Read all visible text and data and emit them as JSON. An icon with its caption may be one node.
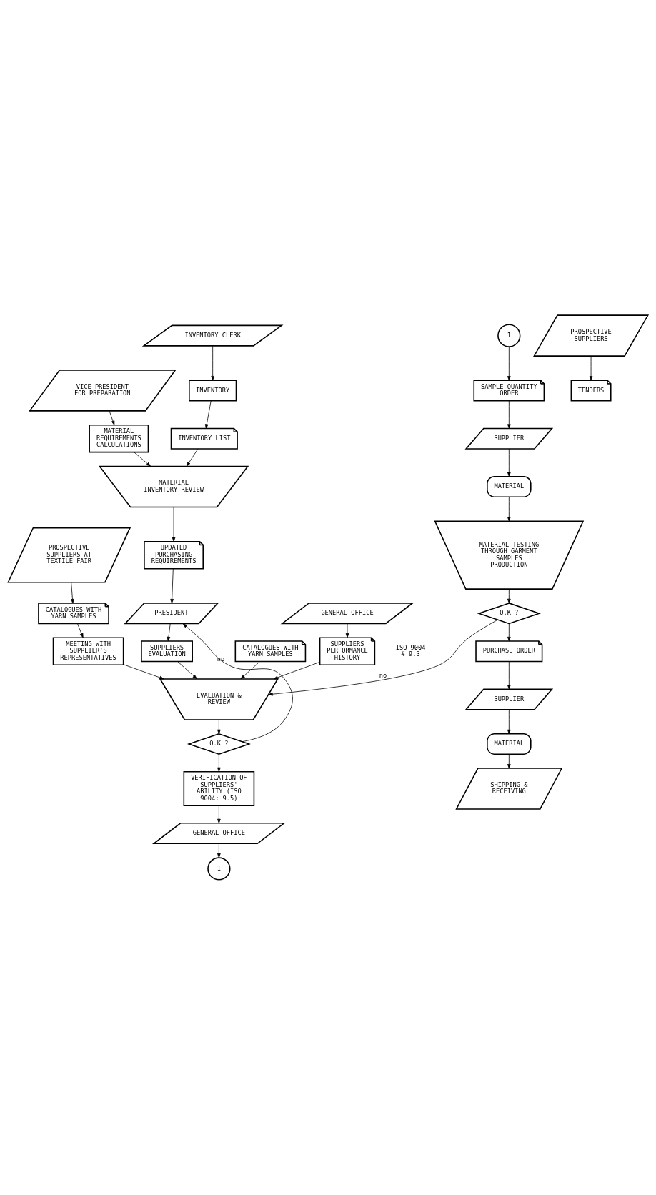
{
  "diagram": {
    "nodes": [
      {
        "text": [
          "VICE-PRESIDENT FOR PREPARATION"
        ]
      },
      {
        "text": [
          "MATERIAL REQUIREMENTS CALCULATIONS"
        ]
      },
      {
        "text": [
          "MATERIAL INVENTORY REVIEW"
        ]
      },
      {
        "text": [
          "UPDATED PURCHASING REQUIREMENTS"
        ]
      },
      {
        "text": [
          "PRESIDENT"
        ]
      },
      {
        "text": [
          "SUPPLIERS EVALUATION"
        ]
      },
      {
        "text": [
          "EVALUATION & REVIEW"
        ]
      },
      {
        "text": [
          "O.K ?"
        ]
      },
      {
        "text": [
          "VERIFICATION OF SUPPLIERS' ABILITY (ISO 9004; 9.5)"
        ]
      },
      {
        "text": [
          "GENERAL OFFICE"
        ]
      },
      {
        "text": [
          "1"
        ]
      },
      {
        "text": [
          "INVENTORY CLERK"
        ]
      },
      {
        "text": [
          "INVENTORY"
        ]
      },
      {
        "text": [
          "INVENTORY LIST"
        ]
      },
      {
        "text": [
          "PROSPECTIVE SUPPLIERS"
        ]
      },
      {
        "text": [
          "TENDERS"
        ]
      },
      {
        "text": [
          "CATALOGUES WITH YARN SAMPLES"
        ]
      },
      {
        "text": [
          "GENERAL OFFICE"
        ]
      },
      {
        "text": [
          "SUPPLIERS PERFORMANCE HISTORY"
        ]
      },
      {
        "text": [
          "PROSPECTIVE SUPPLIERS AT TEXTILE FAIR"
        ]
      },
      {
        "text": [
          "CATALOGUES WITH YARN SAMPLES"
        ]
      },
      {
        "text": [
          "MEETING WITH SUPPLIER'S REPRESENTATIVES"
        ]
      },
      {
        "text": [
          "1"
        ]
      },
      {
        "text": [
          "SAMPLE QUANTITY ORDER"
        ]
      },
      {
        "text": [
          "SUPPLIER"
        ]
      },
      {
        "text": [
          "MATERIAL"
        ]
      },
      {
        "text": [
          "MATERIAL TESTING THROUGH GARMENT SAMPLES PRODUCTION"
        ]
      },
      {
        "text": [
          "O.K ?"
        ]
      },
      {
        "text": [
          "PURCHASE ORDER"
        ]
      },
      {
        "text": [
          "SUPPLIER"
        ]
      },
      {
        "text": [
          "MATERIAL"
        ]
      },
      {
        "text": [
          "SHIPPING & RECEIVING"
        ]
      }
    ],
    "edges": [
      {
        "from": 0,
        "to": 1,
        "arrow": "to"
      },
      {
        "from": 1,
        "to": 2,
        "arrow": "to"
      },
      {
        "from": 13,
        "to": 2,
        "arrow": "to"
      },
      {
        "from": 2,
        "to": 3,
        "arrow": "to"
      },
      {
        "from": 3,
        "to": 4,
        "arrow": "to"
      },
      {
        "from": 4,
        "to": 5,
        "arrow": "to"
      },
      {
        "from": 5,
        "to": 6,
        "arrow": "to"
      },
      {
        "from": 16,
        "to": 6,
        "arrow": "to"
      },
      {
        "from": 18,
        "to": 6,
        "arrow": "to"
      },
      {
        "from": 21,
        "to": 6,
        "arrow": "to"
      },
      {
        "from": 6,
        "to": 7,
        "arrow": "to"
      },
      {
        "from": 7,
        "to": 4,
        "arrow": "to",
        "label": "no"
      },
      {
        "from": 7,
        "to": 8,
        "arrow": "to"
      },
      {
        "from": 8,
        "to": 9,
        "arrow": "to"
      },
      {
        "from": 9,
        "to": 10,
        "arrow": "to"
      },
      {
        "from": 11,
        "to": 12,
        "arrow": "to"
      },
      {
        "from": 12,
        "to": 13,
        "arrow": "to"
      },
      {
        "from": 14,
        "to": 15,
        "arrow": "to"
      },
      {
        "from": 17,
        "to": 18,
        "arrow": "to"
      },
      {
        "from": 19,
        "to": 20,
        "arrow": "to"
      },
      {
        "from": 20,
        "to": 21,
        "arrow": "to"
      },
      {
        "from": 22,
        "to": 23,
        "arrow": "to"
      },
      {
        "from": 23,
        "to": 24,
        "arrow": "to"
      },
      {
        "from": 24,
        "to": 25,
        "arrow": "to"
      },
      {
        "from": 25,
        "to": 26,
        "arrow": "to"
      },
      {
        "from": 26,
        "to": 27,
        "arrow": "to"
      },
      {
        "from": 27,
        "to": 6,
        "arrow": "to",
        "label": "no"
      },
      {
        "from": 27,
        "to": 28,
        "arrow": "to"
      },
      {
        "from": 28,
        "to": 29,
        "arrow": "to"
      },
      {
        "from": 29,
        "to": 30,
        "arrow": "to"
      },
      {
        "from": 30,
        "to": 31,
        "arrow": "to"
      }
    ],
    "labels": [
      "ISO 9004 # 9.3"
    ]
  }
}
